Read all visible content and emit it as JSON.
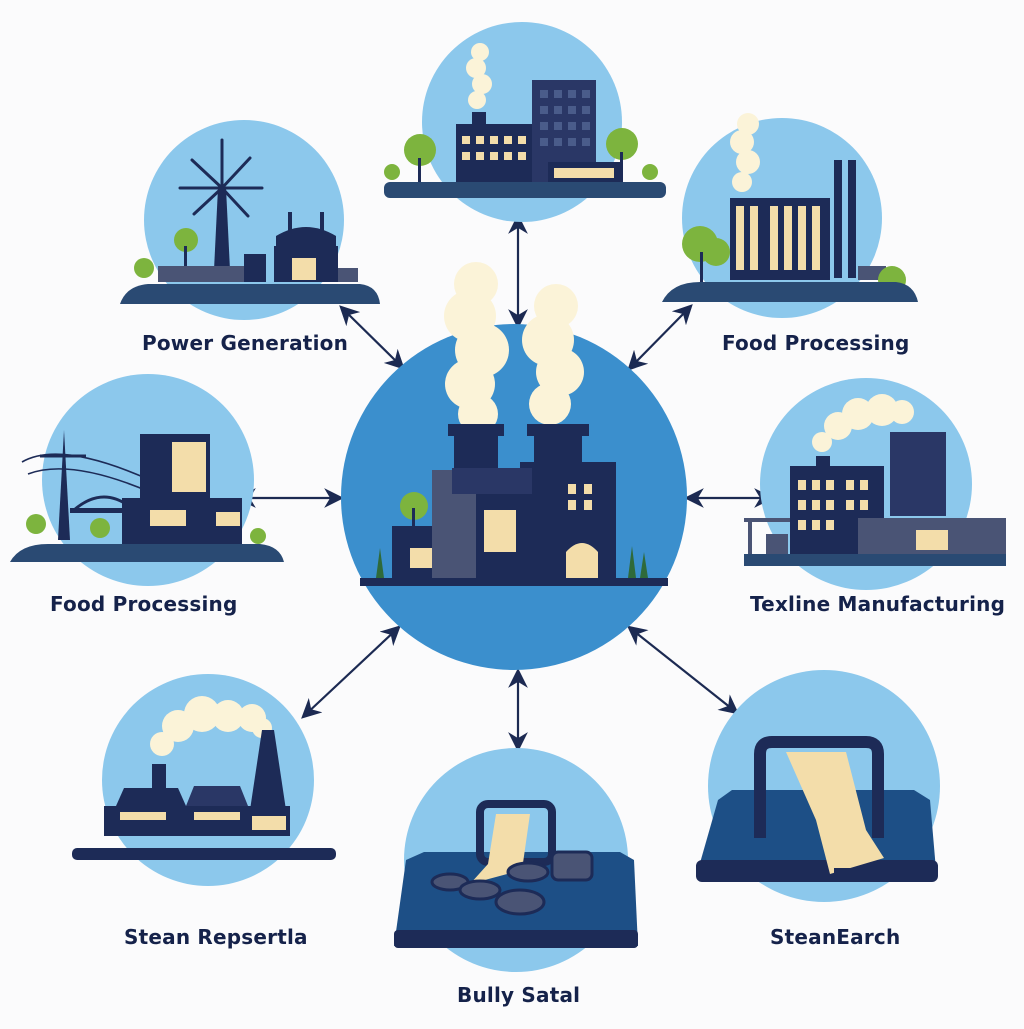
{
  "colors": {
    "background": "#fbfbfc",
    "circle_light": "#8cc8ec",
    "circle_center": "#3b8fcd",
    "navy": "#1d2b57",
    "slate": "#4a5475",
    "window": "#f3ddaa",
    "smoke": "#fbf3d8",
    "tree": "#7db43e",
    "arrow": "#1c2a52"
  },
  "center": {
    "name": "central-power-plant"
  },
  "nodes": [
    {
      "id": "top",
      "label": ""
    },
    {
      "id": "top-left",
      "label": "Power Generation"
    },
    {
      "id": "top-right",
      "label": "Food Processing"
    },
    {
      "id": "mid-left",
      "label": "Food Processing"
    },
    {
      "id": "mid-right",
      "label": "Texline Manufacturing"
    },
    {
      "id": "bottom-left",
      "label": "Stean Repsertla"
    },
    {
      "id": "bottom-center",
      "label": "Bully Satal"
    },
    {
      "id": "bottom-right",
      "label": "SteanEarch"
    }
  ]
}
